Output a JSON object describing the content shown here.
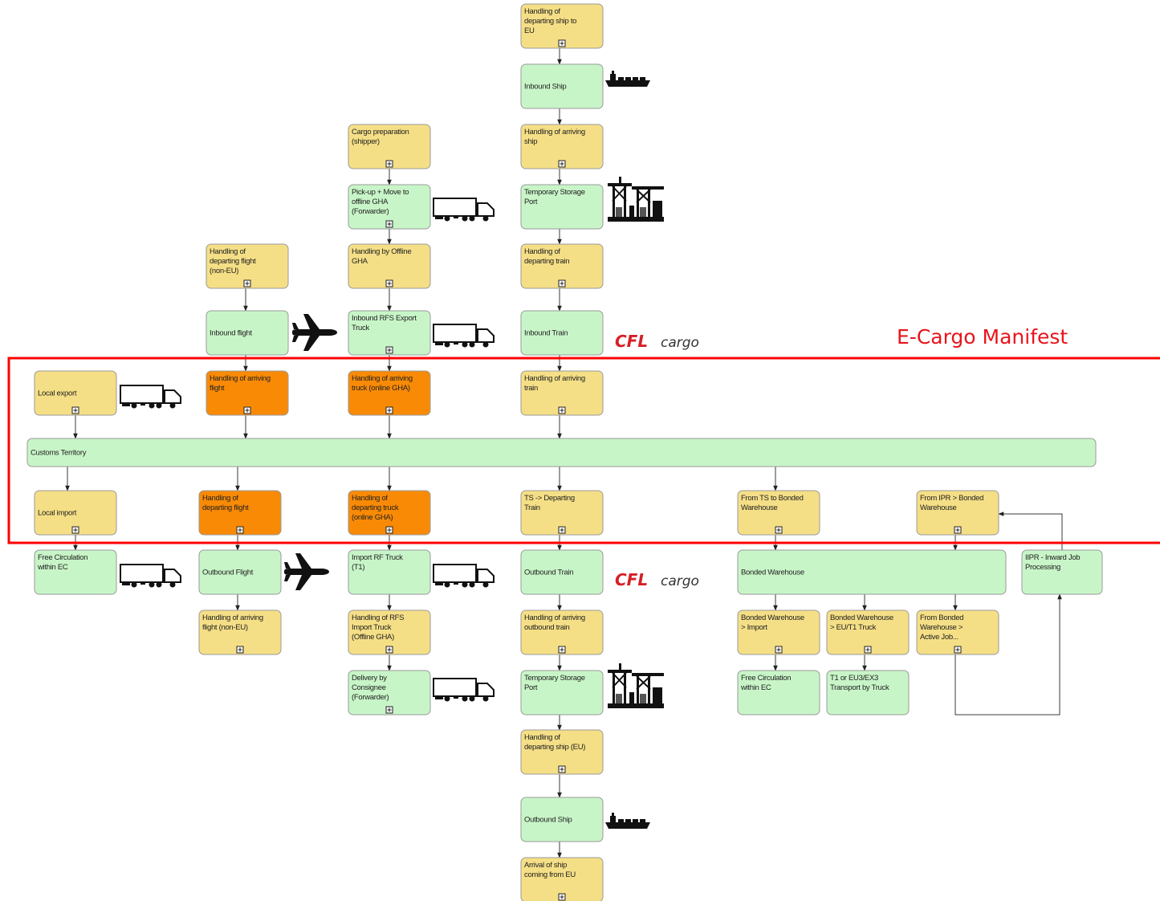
{
  "manifest": {
    "label": "E-Cargo Manifest",
    "color": "#ff0000"
  },
  "logo": {
    "mark": "CFL",
    "word": "cargo"
  },
  "colors": {
    "green": "#c8f5c8",
    "yellow": "#f5df86",
    "orange": "#f98a06"
  },
  "nodes": {
    "ship_dep_eu": {
      "lines": [
        "Handling of",
        "departing ship to",
        "EU"
      ],
      "color": "yellow",
      "expandable": true
    },
    "inbound_ship": {
      "lines": [
        "Inbound Ship"
      ],
      "color": "green",
      "expandable": false
    },
    "arriving_ship": {
      "lines": [
        "Handling of arriving",
        "ship"
      ],
      "color": "yellow",
      "expandable": true
    },
    "tsp_top": {
      "lines": [
        "Temporary Storage",
        "Port"
      ],
      "color": "green",
      "expandable": false
    },
    "dep_train": {
      "lines": [
        "Handling of",
        "departing train"
      ],
      "color": "yellow",
      "expandable": true
    },
    "inbound_train": {
      "lines": [
        "Inbound Train"
      ],
      "color": "green",
      "expandable": false
    },
    "arr_train": {
      "lines": [
        "Handling of arriving",
        "train"
      ],
      "color": "yellow",
      "expandable": true
    },
    "cargo_prep": {
      "lines": [
        "Cargo preparation",
        "(shipper)"
      ],
      "color": "yellow",
      "expandable": true
    },
    "pickup": {
      "lines": [
        "Pick-up + Move to",
        "offline GHA",
        "(Forwarder)"
      ],
      "color": "green",
      "expandable": true
    },
    "offline_gha": {
      "lines": [
        "Handling by Offline",
        "GHA"
      ],
      "color": "yellow",
      "expandable": true
    },
    "rfs_export": {
      "lines": [
        "Inbound RFS Export",
        "Truck"
      ],
      "color": "green",
      "expandable": true
    },
    "arr_truck": {
      "lines": [
        "Handling of arriving",
        "truck (online GHA)"
      ],
      "color": "orange",
      "expandable": true
    },
    "dep_flight_noneu": {
      "lines": [
        "Handling of",
        "departing flight",
        "(non-EU)"
      ],
      "color": "yellow",
      "expandable": true
    },
    "inbound_flight": {
      "lines": [
        "Inbound flight"
      ],
      "color": "green",
      "expandable": false
    },
    "arr_flight": {
      "lines": [
        "Handling of arriving",
        "flight"
      ],
      "color": "orange",
      "expandable": true
    },
    "local_export": {
      "lines": [
        "Local export"
      ],
      "color": "yellow",
      "expandable": true
    },
    "customs": {
      "lines": [
        "Customs Territory"
      ],
      "color": "green",
      "expandable": false
    },
    "local_import": {
      "lines": [
        "Local import"
      ],
      "color": "yellow",
      "expandable": true
    },
    "dep_flight": {
      "lines": [
        "Handling of",
        "departing flight"
      ],
      "color": "orange",
      "expandable": true
    },
    "dep_truck": {
      "lines": [
        "Handling of",
        "departing truck",
        "(online GHA)"
      ],
      "color": "orange",
      "expandable": true
    },
    "ts_dep_train": {
      "lines": [
        "TS -> Departing",
        "Train"
      ],
      "color": "yellow",
      "expandable": true
    },
    "ts_bonded": {
      "lines": [
        "From TS to Bonded",
        "Warehouse"
      ],
      "color": "yellow",
      "expandable": true
    },
    "ipr_bonded": {
      "lines": [
        "From IPR >  Bonded",
        "Warehouse"
      ],
      "color": "yellow",
      "expandable": true
    },
    "free_circ_left": {
      "lines": [
        "Free Circulation",
        "within EC"
      ],
      "color": "green",
      "expandable": false
    },
    "outbound_flight": {
      "lines": [
        "Outbound Flight"
      ],
      "color": "green",
      "expandable": false
    },
    "import_rf": {
      "lines": [
        "Import RF Truck",
        "(T1)"
      ],
      "color": "green",
      "expandable": false
    },
    "outbound_train": {
      "lines": [
        "Outbound Train"
      ],
      "color": "green",
      "expandable": false
    },
    "bonded_wh": {
      "lines": [
        "Bonded Warehouse"
      ],
      "color": "green",
      "expandable": false
    },
    "iipr": {
      "lines": [
        "IIPR - Inward Job",
        "Processing"
      ],
      "color": "green",
      "expandable": false
    },
    "arr_flight_noneu": {
      "lines": [
        "Handling of arriving",
        "flight (non-EU)"
      ],
      "color": "yellow",
      "expandable": true
    },
    "rfs_import": {
      "lines": [
        "Handling of RFS",
        "Import Truck",
        "(Offline GHA)"
      ],
      "color": "yellow",
      "expandable": true
    },
    "arr_out_train": {
      "lines": [
        "Handling of arriving",
        "outbound train"
      ],
      "color": "yellow",
      "expandable": true
    },
    "bw_import": {
      "lines": [
        "Bonded Warehouse",
        "> Import"
      ],
      "color": "yellow",
      "expandable": true
    },
    "bw_eu_t1": {
      "lines": [
        "Bonded Warehouse",
        ">  EU/T1 Truck"
      ],
      "color": "yellow",
      "expandable": true
    },
    "bw_active": {
      "lines": [
        "From Bonded",
        "Warehouse >",
        "Active Job..."
      ],
      "color": "yellow",
      "expandable": true
    },
    "delivery": {
      "lines": [
        "Delivery by",
        "Consignee",
        "(Forwarder)"
      ],
      "color": "green",
      "expandable": true
    },
    "tsp_bottom": {
      "lines": [
        "Temporary Storage",
        "Port"
      ],
      "color": "green",
      "expandable": false
    },
    "free_circ_right": {
      "lines": [
        "Free Circulation",
        "within EC"
      ],
      "color": "green",
      "expandable": false
    },
    "t1_eu3": {
      "lines": [
        "T1 or EU3/EX3",
        "Transport by Truck"
      ],
      "color": "green",
      "expandable": false
    },
    "dep_ship_eu": {
      "lines": [
        "Handling of",
        "departing ship (EU)"
      ],
      "color": "yellow",
      "expandable": true
    },
    "outbound_ship": {
      "lines": [
        "Outbound Ship"
      ],
      "color": "green",
      "expandable": false
    },
    "arrival_ship_eu": {
      "lines": [
        "Arrival of ship",
        "coming from EU"
      ],
      "color": "yellow",
      "expandable": true
    }
  },
  "icons": {
    "ship": "ship-icon",
    "truck": "truck-icon",
    "plane": "airplane-icon",
    "crane": "port-crane-icon",
    "logo": "cfl-cargo-logo"
  }
}
